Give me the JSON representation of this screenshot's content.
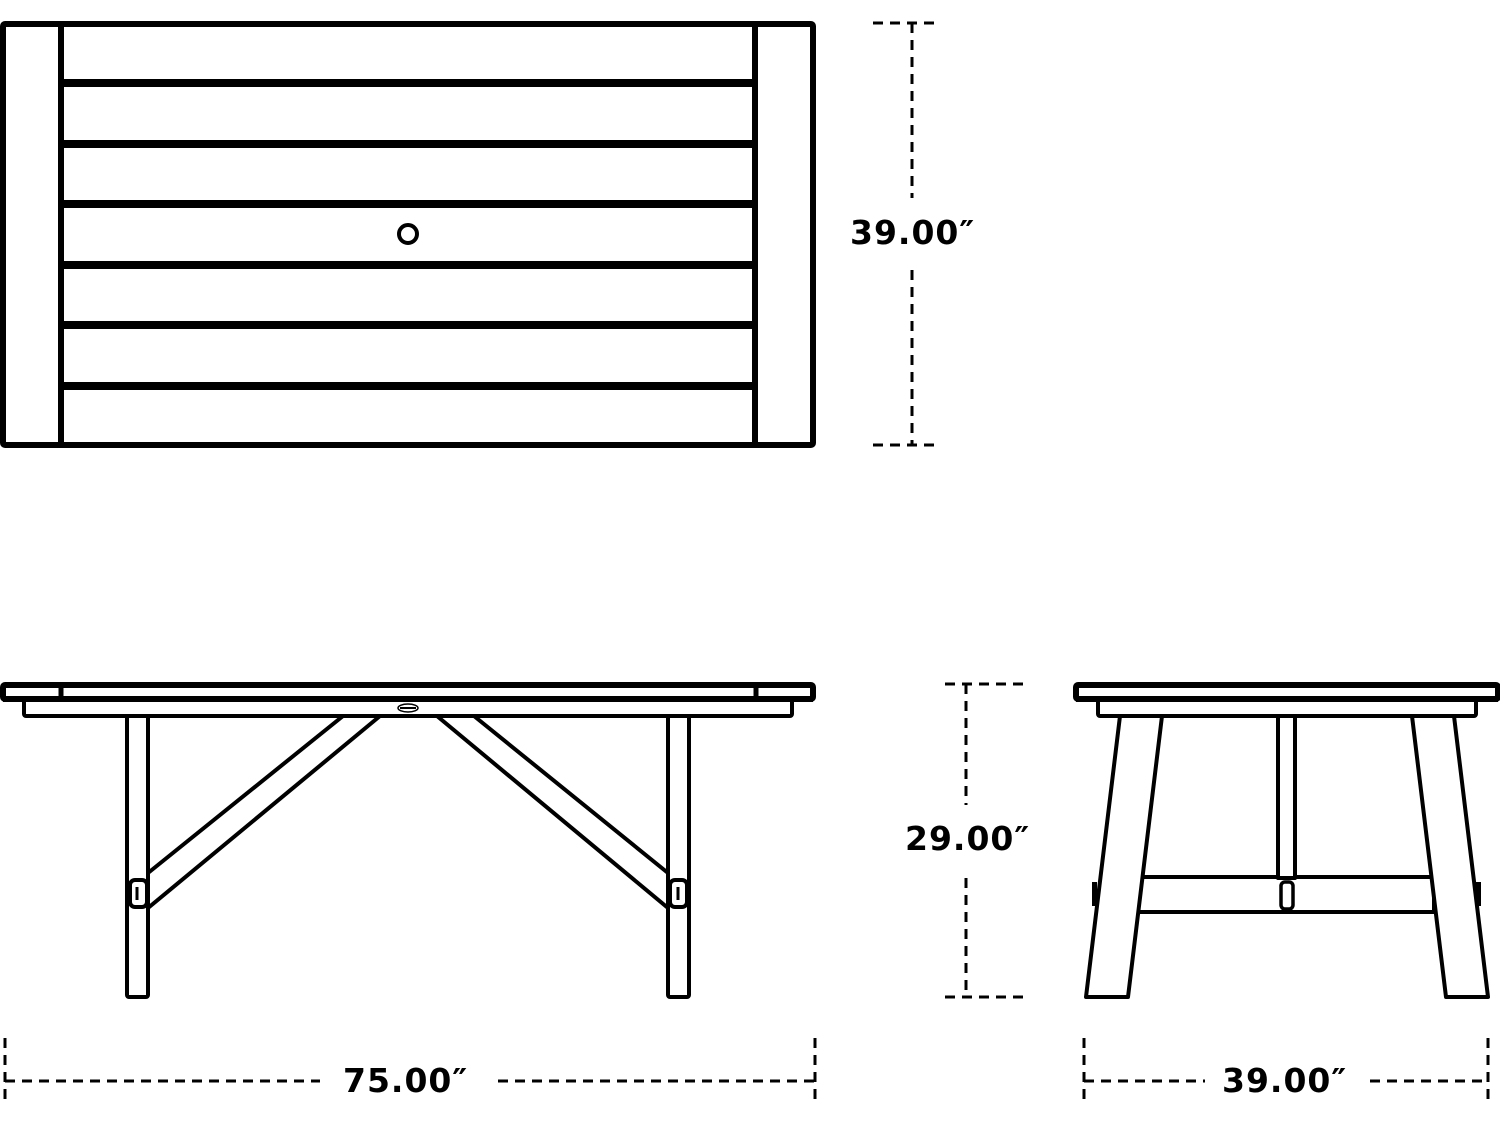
{
  "diagram": {
    "views": [
      {
        "name": "top-view"
      },
      {
        "name": "front-view"
      },
      {
        "name": "end-view"
      }
    ],
    "dimensions": {
      "top_depth": "39.00″",
      "height": "29.00″",
      "length": "75.00″",
      "end_width": "39.00″"
    },
    "top_view": {
      "slat_count": 7,
      "umbrella_hole": true
    },
    "colors": {
      "line": "#000000",
      "background": "#ffffff"
    }
  }
}
